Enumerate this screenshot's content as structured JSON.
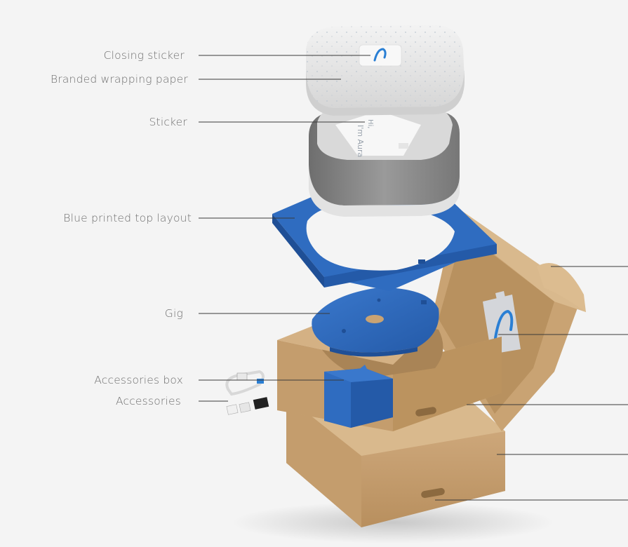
{
  "labels": {
    "closing_sticker": "Closing sticker",
    "wrapping_paper": "Branded wrapping paper",
    "sticker": "Sticker",
    "top_layout": "Blue printed top layout",
    "gig": "Gig",
    "accessories_box": "Accessories box",
    "accessories": "Accessories"
  },
  "product_text": {
    "sticker_line1": "Hi,",
    "sticker_line2": "I'm Aura"
  },
  "colors": {
    "background": "#f4f4f4",
    "cardboard": "#c9a373",
    "cardboard_dark": "#a98456",
    "cardboard_light": "#d9b98d",
    "blue": "#2f6cc0",
    "blue_dark": "#1f4f96",
    "fabric": "#8a8a8a",
    "paper": "#ececec",
    "label_text": "#6f6f6f",
    "logo_blue": "#2a7fd4"
  },
  "icons": {
    "brand_logo": "aura-logo-icon"
  }
}
